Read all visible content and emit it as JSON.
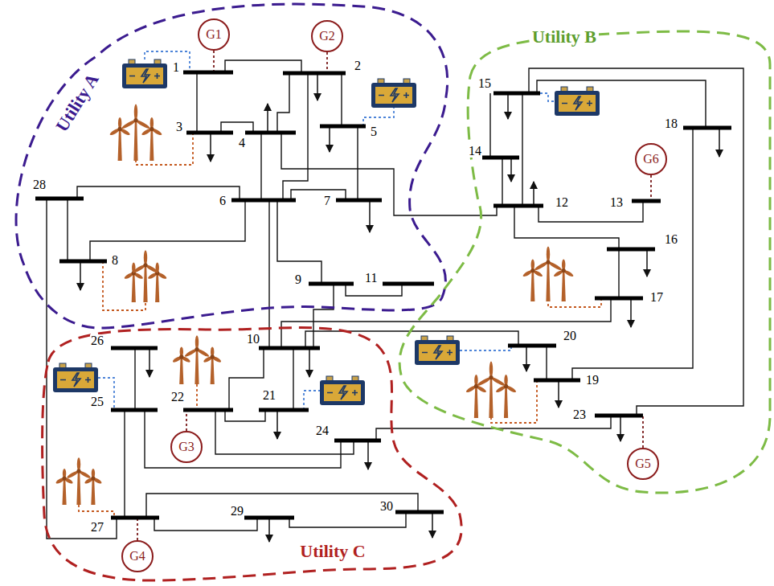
{
  "diagram": {
    "nodes": [
      {
        "text": [
          "Utility A"
        ]
      },
      {
        "text": [
          "G1"
        ],
        "in": 0
      },
      {
        "text": [
          "G2"
        ],
        "in": 0
      },
      {
        "text": [
          "Utility B"
        ]
      },
      {
        "text": [
          "G6"
        ],
        "in": 3
      },
      {
        "text": [
          "G5"
        ],
        "in": 3
      },
      {
        "text": [
          "Utility C"
        ]
      },
      {
        "text": [
          "G3"
        ],
        "in": 6
      },
      {
        "text": [
          "G4"
        ],
        "in": 6
      }
    ],
    "labels": [
      "1",
      "2",
      "3",
      "4",
      "5",
      "6",
      "7",
      "8",
      "9",
      "10",
      "11",
      "12",
      "13",
      "14",
      "15",
      "16",
      "17",
      "18",
      "19",
      "20",
      "21",
      "22",
      "23",
      "24",
      "25",
      "26",
      "27",
      "28",
      "29",
      "30"
    ]
  }
}
